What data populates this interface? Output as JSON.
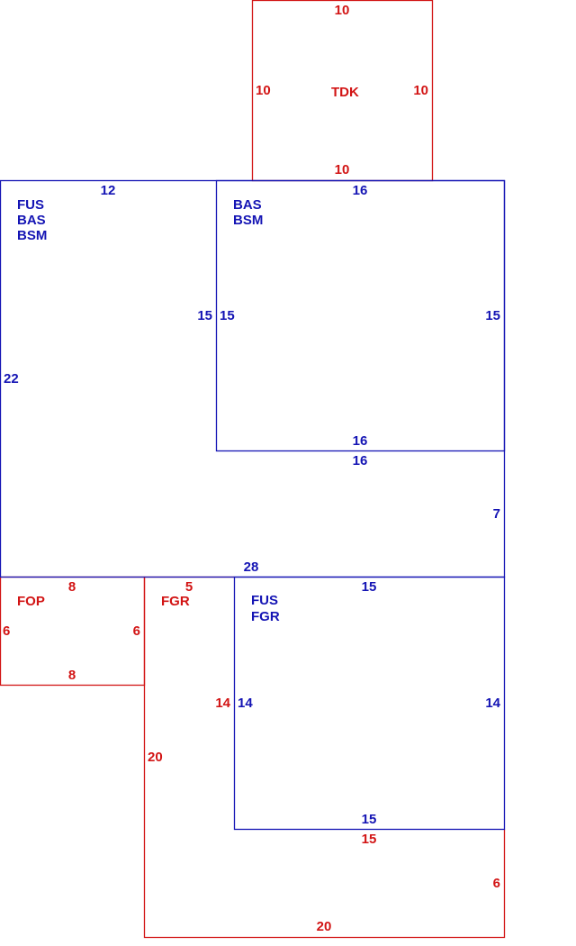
{
  "colors": {
    "living": "#1414b4",
    "exterior": "#d21414",
    "background": "#ffffff"
  },
  "areas": {
    "tdk": {
      "code": "TDK"
    },
    "fus_bas_bsm": {
      "codes": [
        "FUS",
        "BAS",
        "BSM"
      ]
    },
    "bas_bsm": {
      "codes": [
        "BAS",
        "BSM"
      ]
    },
    "fop": {
      "code": "FOP"
    },
    "fgr": {
      "code": "FGR"
    },
    "fus_fgr": {
      "codes": [
        "FUS",
        "FGR"
      ]
    }
  },
  "dims": {
    "tdk_top": "10",
    "tdk_left": "10",
    "tdk_right": "10",
    "tdk_bottom": "10",
    "main_top_left": "12",
    "main_top_right": "16",
    "main_left": "22",
    "main_left_inner": "15",
    "bas_left": "15",
    "bas_right": "15",
    "bas_bottom": "16",
    "step_top": "16",
    "step_right": "7",
    "main_bottom": "28",
    "fop_top": "8",
    "fop_left": "6",
    "fop_right": "6",
    "fop_bottom": "8",
    "fgr_top": "5",
    "fgr_inner_left": "14",
    "fgr_left": "20",
    "fus_fgr_top": "15",
    "fus_fgr_left": "14",
    "fus_fgr_right": "14",
    "fus_fgr_bottom": "15",
    "fgr_bottom_top": "15",
    "fgr_right": "6",
    "fgr_bottom": "20"
  }
}
